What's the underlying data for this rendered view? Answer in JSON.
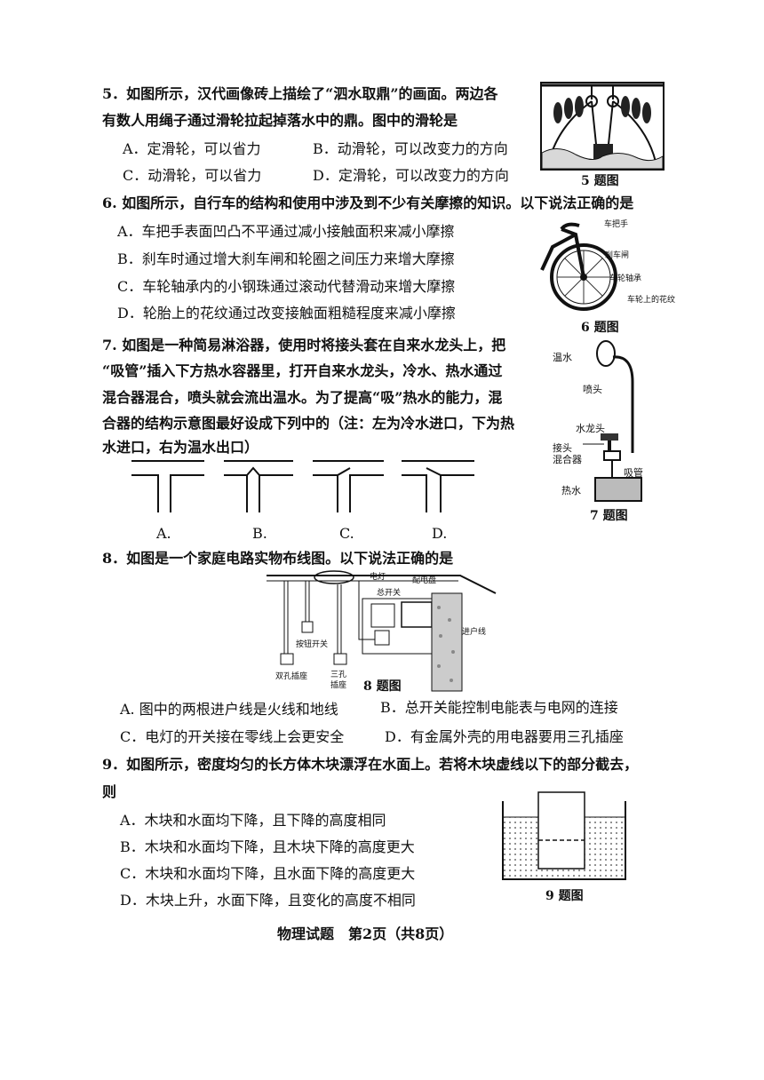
{
  "q5": {
    "stem1": "5．如图所示，汉代画像砖上描绘了“泗水取鼎”的画面。两边各",
    "stem2": "有数人用绳子通过滑轮拉起掉落水中的鼎。图中的滑轮是",
    "A": "A．定滑轮，可以省力",
    "B": "B．动滑轮，可以改变力的方向",
    "C": "C．动滑轮，可以省力",
    "D": "D．定滑轮，可以改变力的方向",
    "caption": "5 题图"
  },
  "q6": {
    "stem": "6. 如图所示，自行车的结构和使用中涉及到不少有关摩擦的知识。以下说法正确的是",
    "A": "A．车把手表面凹凸不平通过减小接触面积来减小摩擦",
    "B": "B．刹车时通过增大刹车闸和轮圈之间压力来增大摩擦",
    "C": "C．车轮轴承内的小钢珠通过滚动代替滑动来增大摩擦",
    "D": "D．轮胎上的花纹通过改变接触面粗糙程度来减小摩擦",
    "caption": "6 题图",
    "labels": [
      "车把手",
      "刹车闸",
      "车轮轴承",
      "车轮上的花纹"
    ]
  },
  "q7": {
    "stem1": "7. 如图是一种简易淋浴器，使用时将接头套在自来水龙头上，把",
    "stem2": "“吸管”插入下方热水容器里，打开自来水龙头，冷水、热水通过",
    "stem3": "混合器混合，喷头就会流出温水。为了提高“吸”热水的能力，混",
    "stem4": "合器的结构示意图最好设成下列中的（注：左为冷水进口，下为热",
    "stem5": "水进口，右为温水出口）",
    "options": [
      "A.",
      "B.",
      "C.",
      "D."
    ],
    "caption": "7 题图",
    "labels": [
      "温水",
      "喷头",
      "水龙头",
      "接头",
      "混合器",
      "吸管",
      "热水"
    ]
  },
  "q8": {
    "stem": "8．如图是一个家庭电路实物布线图。以下说法正确的是",
    "A": "A. 图中的两根进户线是火线和地线",
    "B": "B．总开关能控制电能表与电网的连接",
    "C": "C．电灯的开关接在零线上会更安全",
    "D": "D．有金属外壳的用电器要用三孔插座",
    "caption": "8 题图",
    "labels": [
      "电灯",
      "总开关",
      "配电盘",
      "进户线",
      "按钮开关",
      "双孔插座",
      "三孔",
      "插座"
    ]
  },
  "q9": {
    "stem1": "9．如图所示，密度均匀的长方体木块漂浮在水面上。若将木块虚线以下的部分截去，",
    "stem2": "则",
    "A": "A．木块和水面均下降，且下降的高度相同",
    "B": "B．木块和水面均下降，且木块下降的高度更大",
    "C": "C．木块和水面均下降，且水面下降的高度更大",
    "D": "D．木块上升，水面下降，且变化的高度不相同",
    "caption": "9 题图"
  },
  "footer": "物理试题　第2页（共8页）"
}
